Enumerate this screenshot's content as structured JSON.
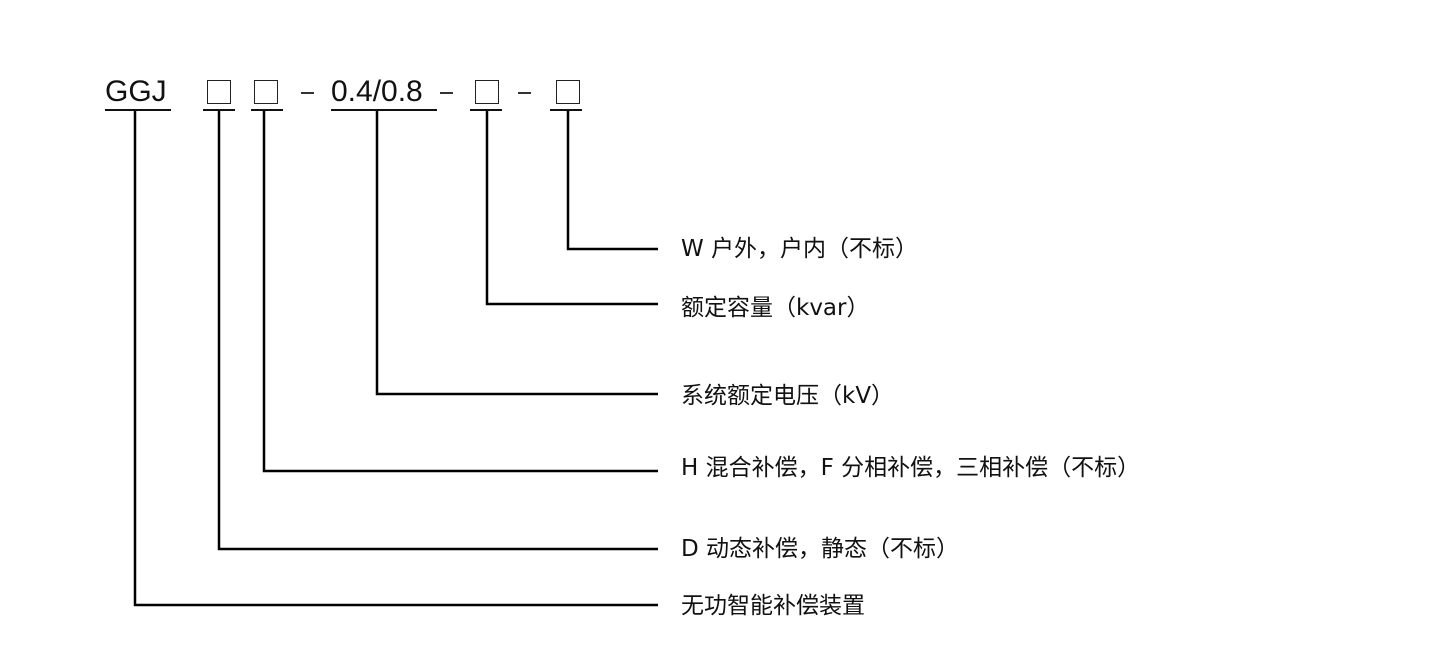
{
  "code": {
    "prefix": "GGJ",
    "voltage": "0.4/0.8"
  },
  "labels": [
    "W 户外，户内（不标）",
    "额定容量（kvar）",
    "系统额定电压（kV）",
    "H 混合补偿，F 分相补偿，三相补偿（不标）",
    "D 动态补偿，静态（不标）",
    "无功智能补偿装置"
  ]
}
